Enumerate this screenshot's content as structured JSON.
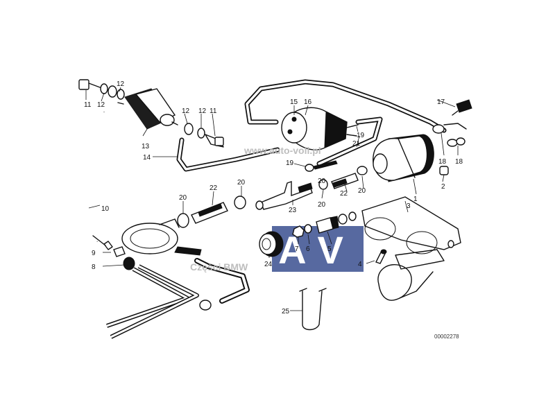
{
  "watermark": {
    "url": "www.auto-voll.pl",
    "caption": "Części BMW",
    "logo_letters": "AV",
    "logo_color": "#3a4f8f"
  },
  "diagram_code": "00002278",
  "callouts": {
    "c1": "1",
    "c2": "2",
    "c3": "3",
    "c4": "4",
    "c5": "5",
    "c6": "6",
    "c7": "7",
    "c8": "8",
    "c9": "9",
    "c10": "10",
    "c11a": "11",
    "c11b": "11",
    "c12a": "12",
    "c12b": "12",
    "c12c": "12",
    "c12d": "12",
    "c13": "13",
    "c14": "14",
    "c15": "15",
    "c16": "16",
    "c17": "17",
    "c18a": "18",
    "c18b": "18",
    "c19a": "19",
    "c19b": "19",
    "c20a": "20",
    "c20b": "20",
    "c20c": "20",
    "c20d": "20",
    "c20e": "20",
    "c21": "21",
    "c22a": "22",
    "c22b": "22",
    "c23": "23",
    "c24": "24",
    "c25": "25"
  }
}
